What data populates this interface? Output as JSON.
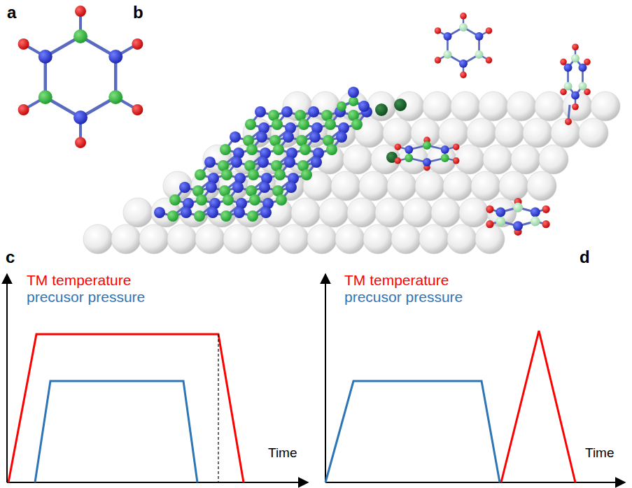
{
  "diagram": {
    "labels": [
      "a",
      "b",
      "c",
      "d",
      "TM temperature",
      "precusor pressure",
      "Time",
      "TM temperature",
      "precusor pressure",
      "Time"
    ]
  }
}
